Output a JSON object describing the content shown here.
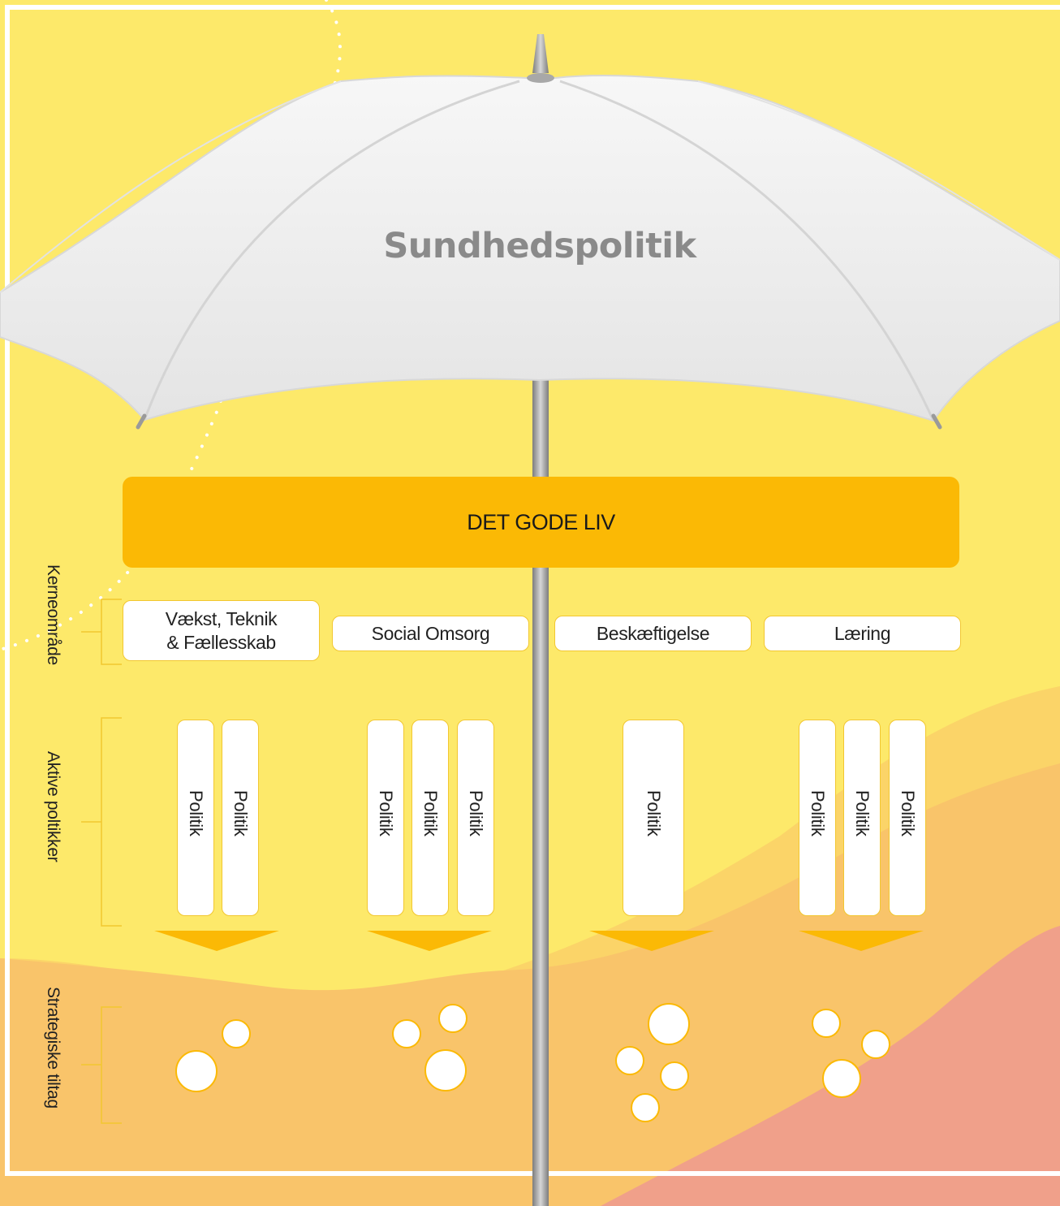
{
  "umbrella": {
    "title": "Sundhedspolitik"
  },
  "banner": {
    "label": "DET GODE LIV"
  },
  "side_labels": {
    "core": "Kerneområde",
    "active": "Aktive poltikker",
    "strategic": "Strategiske tiltag"
  },
  "core_areas": [
    {
      "line1": "Vækst, Teknik",
      "line2": "& Fællesskab",
      "policies": [
        "Politik",
        "Politik"
      ],
      "initiatives": 2
    },
    {
      "line1": "Social Omsorg",
      "line2": "",
      "policies": [
        "Politik",
        "Politik",
        "Politik"
      ],
      "initiatives": 3
    },
    {
      "line1": "Beskæftigelse",
      "line2": "",
      "policies": [
        "Politik"
      ],
      "initiatives": 4
    },
    {
      "line1": "Læring",
      "line2": "",
      "policies": [
        "Politik",
        "Politik",
        "Politik"
      ],
      "initiatives": 3
    }
  ],
  "colors": {
    "background": "#fde96a",
    "accent": "#fbb905",
    "hill_light": "#fbd468",
    "hill_peach": "#f9c46a",
    "hill_salmon": "#f0a08a",
    "umbrella": "#eeeeee",
    "title": "#8a8a8a",
    "frame": "#ffffff"
  }
}
